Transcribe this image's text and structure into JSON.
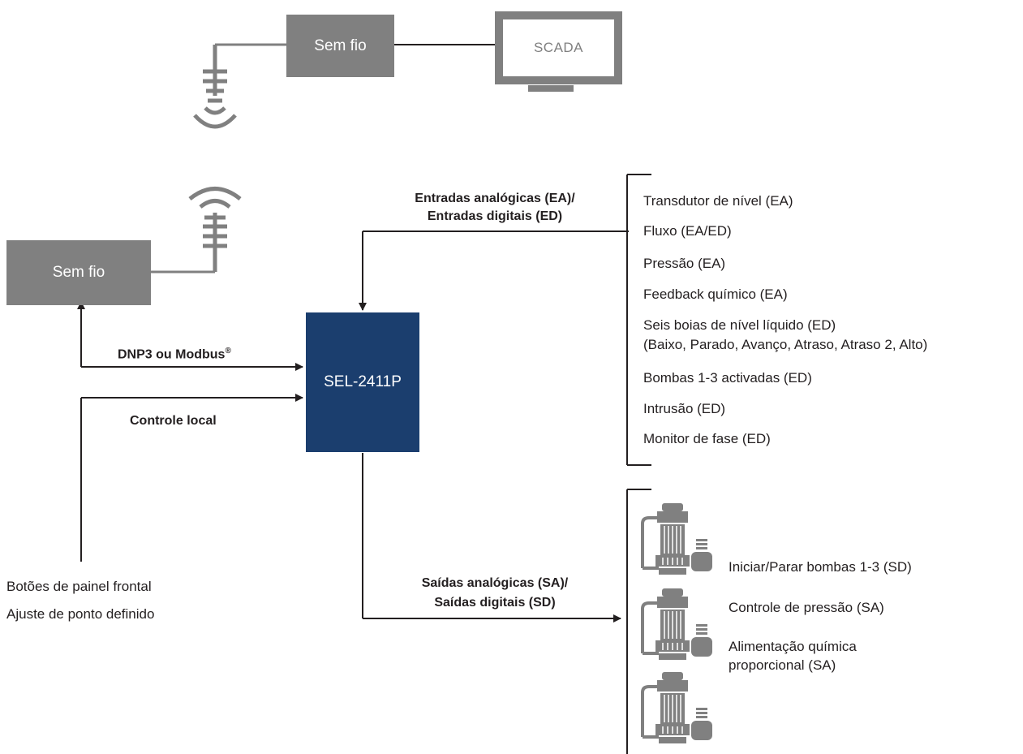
{
  "top": {
    "wireless_label": "Sem fio",
    "scada_label": "SCADA"
  },
  "left": {
    "wireless_label": "Sem fio",
    "protocol_label": "DNP3 ou Modbus",
    "protocol_mark": "®",
    "local_control_label": "Controle local",
    "front_panel_lines": [
      "Botões de painel frontal",
      "Ajuste de ponto definido"
    ]
  },
  "device": {
    "label": "SEL-2411P"
  },
  "inputs": {
    "heading_lines": [
      "Entradas analógicas (EA)/",
      "Entradas digitais (ED)"
    ],
    "items": [
      "Transdutor de nível (EA)",
      "Fluxo (EA/ED)",
      "Pressão (EA)",
      "Feedback químico (EA)",
      "Seis boias de nível líquido (ED)",
      "(Baixo, Parado, Avanço, Atraso, Atraso 2, Alto)",
      "Bombas 1-3 activadas (ED)",
      "Intrusão (ED)",
      "Monitor de fase (ED)"
    ]
  },
  "outputs": {
    "heading_lines": [
      "Saídas analógicas (SA)/",
      "Saídas digitais (SD)"
    ],
    "items": [
      "Iniciar/Parar bombas 1-3 (SD)",
      "Controle de pressão (SA)",
      "Alimentação química",
      "proporcional (SA)"
    ],
    "pump_icons": [
      "pump-icon",
      "pump-icon",
      "pump-icon"
    ]
  },
  "colors": {
    "gray": "#808080",
    "navy": "#1b3e6e",
    "line": "#231f20"
  }
}
